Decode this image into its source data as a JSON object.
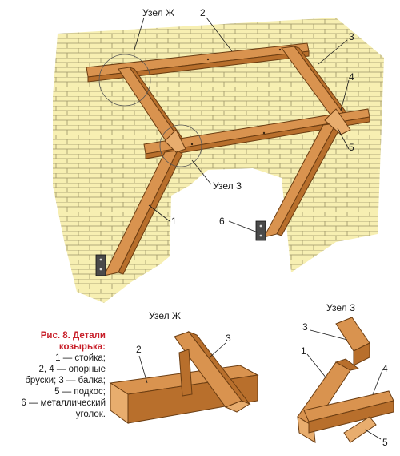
{
  "labels": {
    "node_zh": "Узел Ж",
    "node_z": "Узел З",
    "node_zh_detail": "Узел Ж",
    "node_z_detail": "Узел З"
  },
  "numbers": {
    "n1": "1",
    "n2": "2",
    "n3": "3",
    "n4": "4",
    "n5": "5",
    "n6": "6",
    "d_zh_2": "2",
    "d_zh_3": "3",
    "d_z_1": "1",
    "d_z_3": "3",
    "d_z_4": "4",
    "d_z_5": "5"
  },
  "caption": {
    "title_1": "Рис. 8. Детали",
    "title_2": "козырька:",
    "lines": [
      "1 — стойка;",
      "2, 4 — опорные",
      "бруски; 3 — балка;",
      "5 — подкос;",
      "6 — металлический",
      "уголок."
    ]
  },
  "colors": {
    "wall": "#f7efb2",
    "brick_line": "#9c9466",
    "wood": "#d9934f",
    "caption_title": "#c8202a"
  }
}
